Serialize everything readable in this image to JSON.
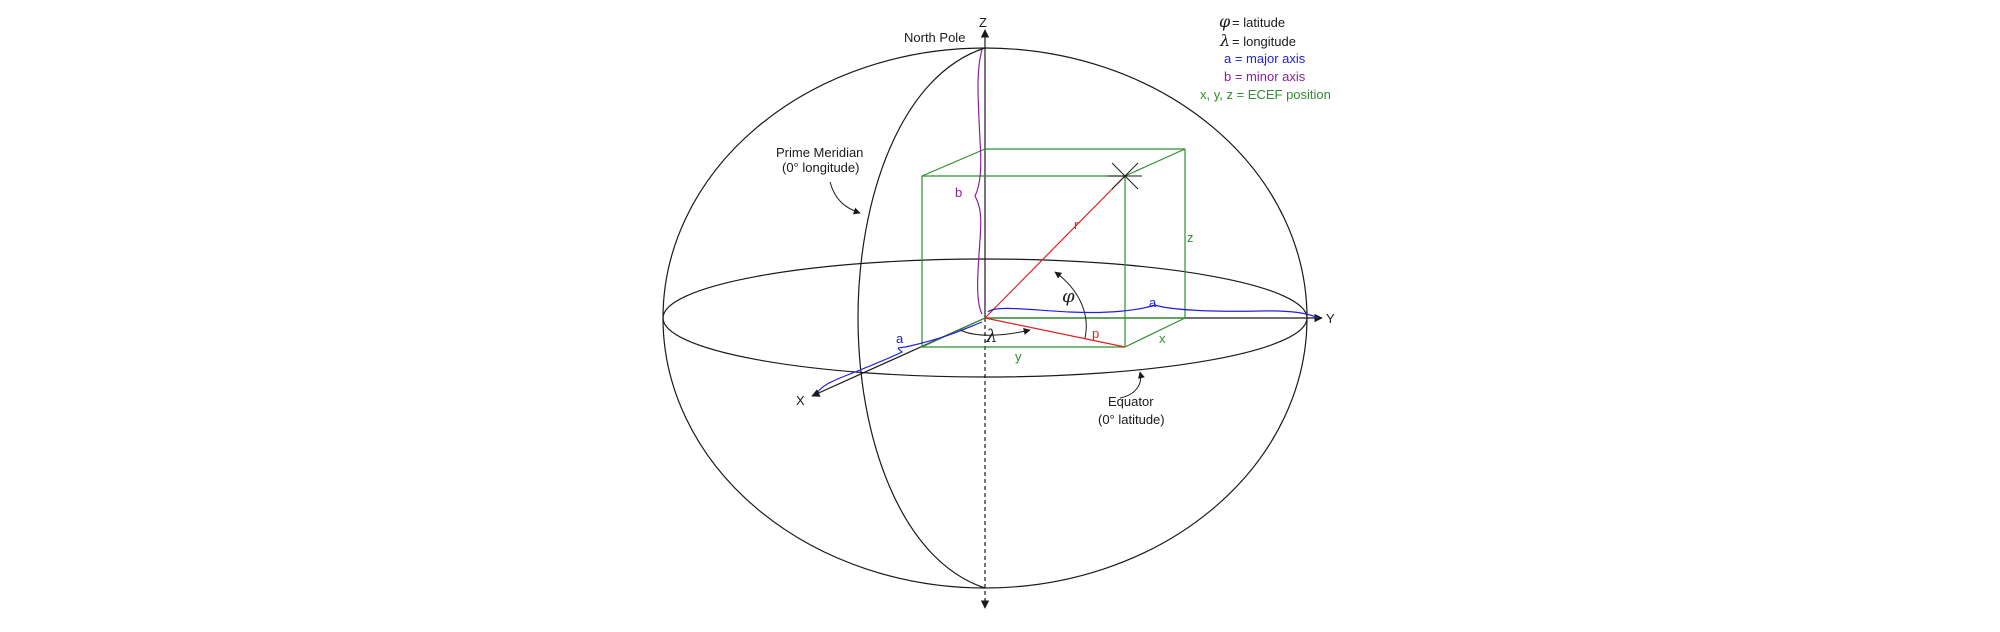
{
  "colors": {
    "black": "#1a1a1a",
    "green": "#2f8f2f",
    "red": "#e02020",
    "blue": "#2020e0",
    "purple": "#8a1f9a"
  },
  "axes": {
    "z": "Z",
    "y": "Y",
    "x": "X"
  },
  "labels": {
    "north_pole": "North Pole",
    "prime_meridian_1": "Prime Meridian",
    "prime_meridian_2": "(0° longitude)",
    "equator_1": "Equator",
    "equator_2": "(0° latitude)"
  },
  "symbols": {
    "phi": "φ",
    "lambda": "λ",
    "a_major": "a",
    "a_minor_x": "a",
    "b": "b",
    "r": "r",
    "p": "p",
    "x": "x",
    "y": "y",
    "z": "z"
  },
  "legend": {
    "phi_sym": "φ",
    "phi_text": "= latitude",
    "lambda_sym": "λ",
    "lambda_text": "= longitude",
    "a_text": "a = major axis",
    "b_text": "b = minor axis",
    "xyz_text": "x, y, z = ECEF position"
  }
}
